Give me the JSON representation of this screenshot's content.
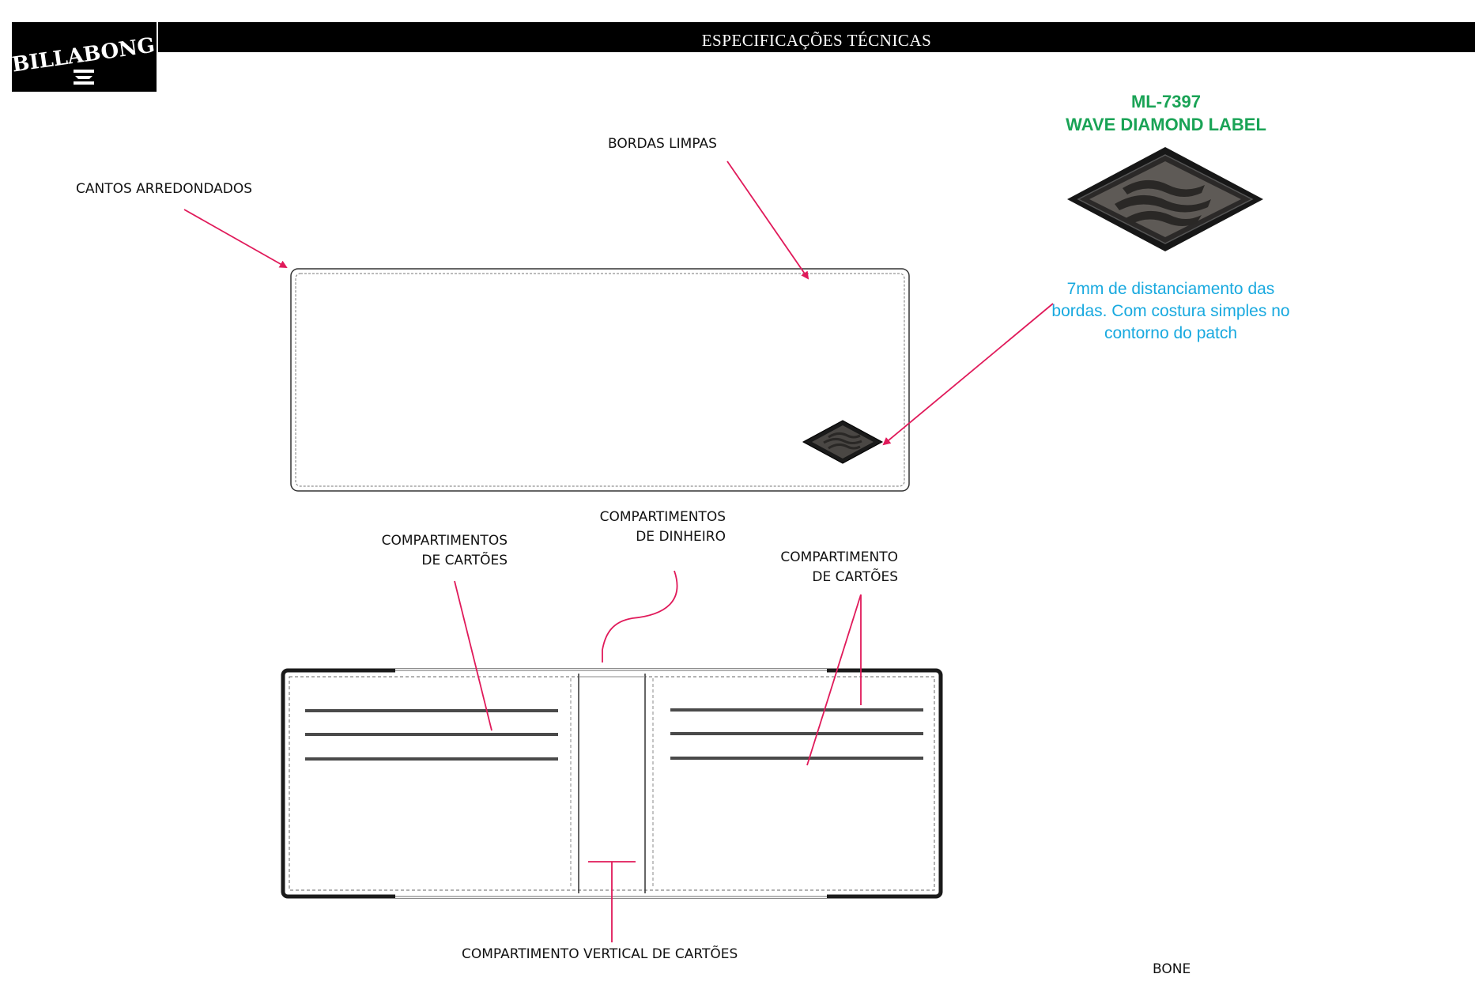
{
  "header": {
    "brand_logo_text": "BILLABONG",
    "title": "ESPECIFICAÇÕES TÉCNICAS"
  },
  "labels": {
    "rounded_corners": "CANTOS ARREDONDADOS",
    "clean_edges": "BORDAS LIMPAS",
    "card_compartments_left_1": "COMPARTIMENTOS",
    "card_compartments_left_2": "DE CARTÕES",
    "money_compartments_1": "COMPARTIMENTOS",
    "money_compartments_2": "DE DINHEIRO",
    "card_compartment_right_1": "COMPARTIMENTO",
    "card_compartment_right_2": "DE CARTÕES",
    "vertical_card_compartment": "COMPARTIMENTO VERTICAL DE CARTÕES",
    "color_name": "BONE"
  },
  "label_patch": {
    "code": "ML-7397",
    "name": "WAVE DIAMOND LABEL",
    "note": "7mm de distanciamento das bordas. Com costura simples no contorno do patch"
  },
  "colors": {
    "accent_arrow": "#e01a5a",
    "label_code": "#1aa356",
    "note_text": "#18a9df",
    "header_bg": "#000000"
  },
  "icons": [
    "billabong-logo-icon",
    "wave-diamond-patch-icon"
  ]
}
